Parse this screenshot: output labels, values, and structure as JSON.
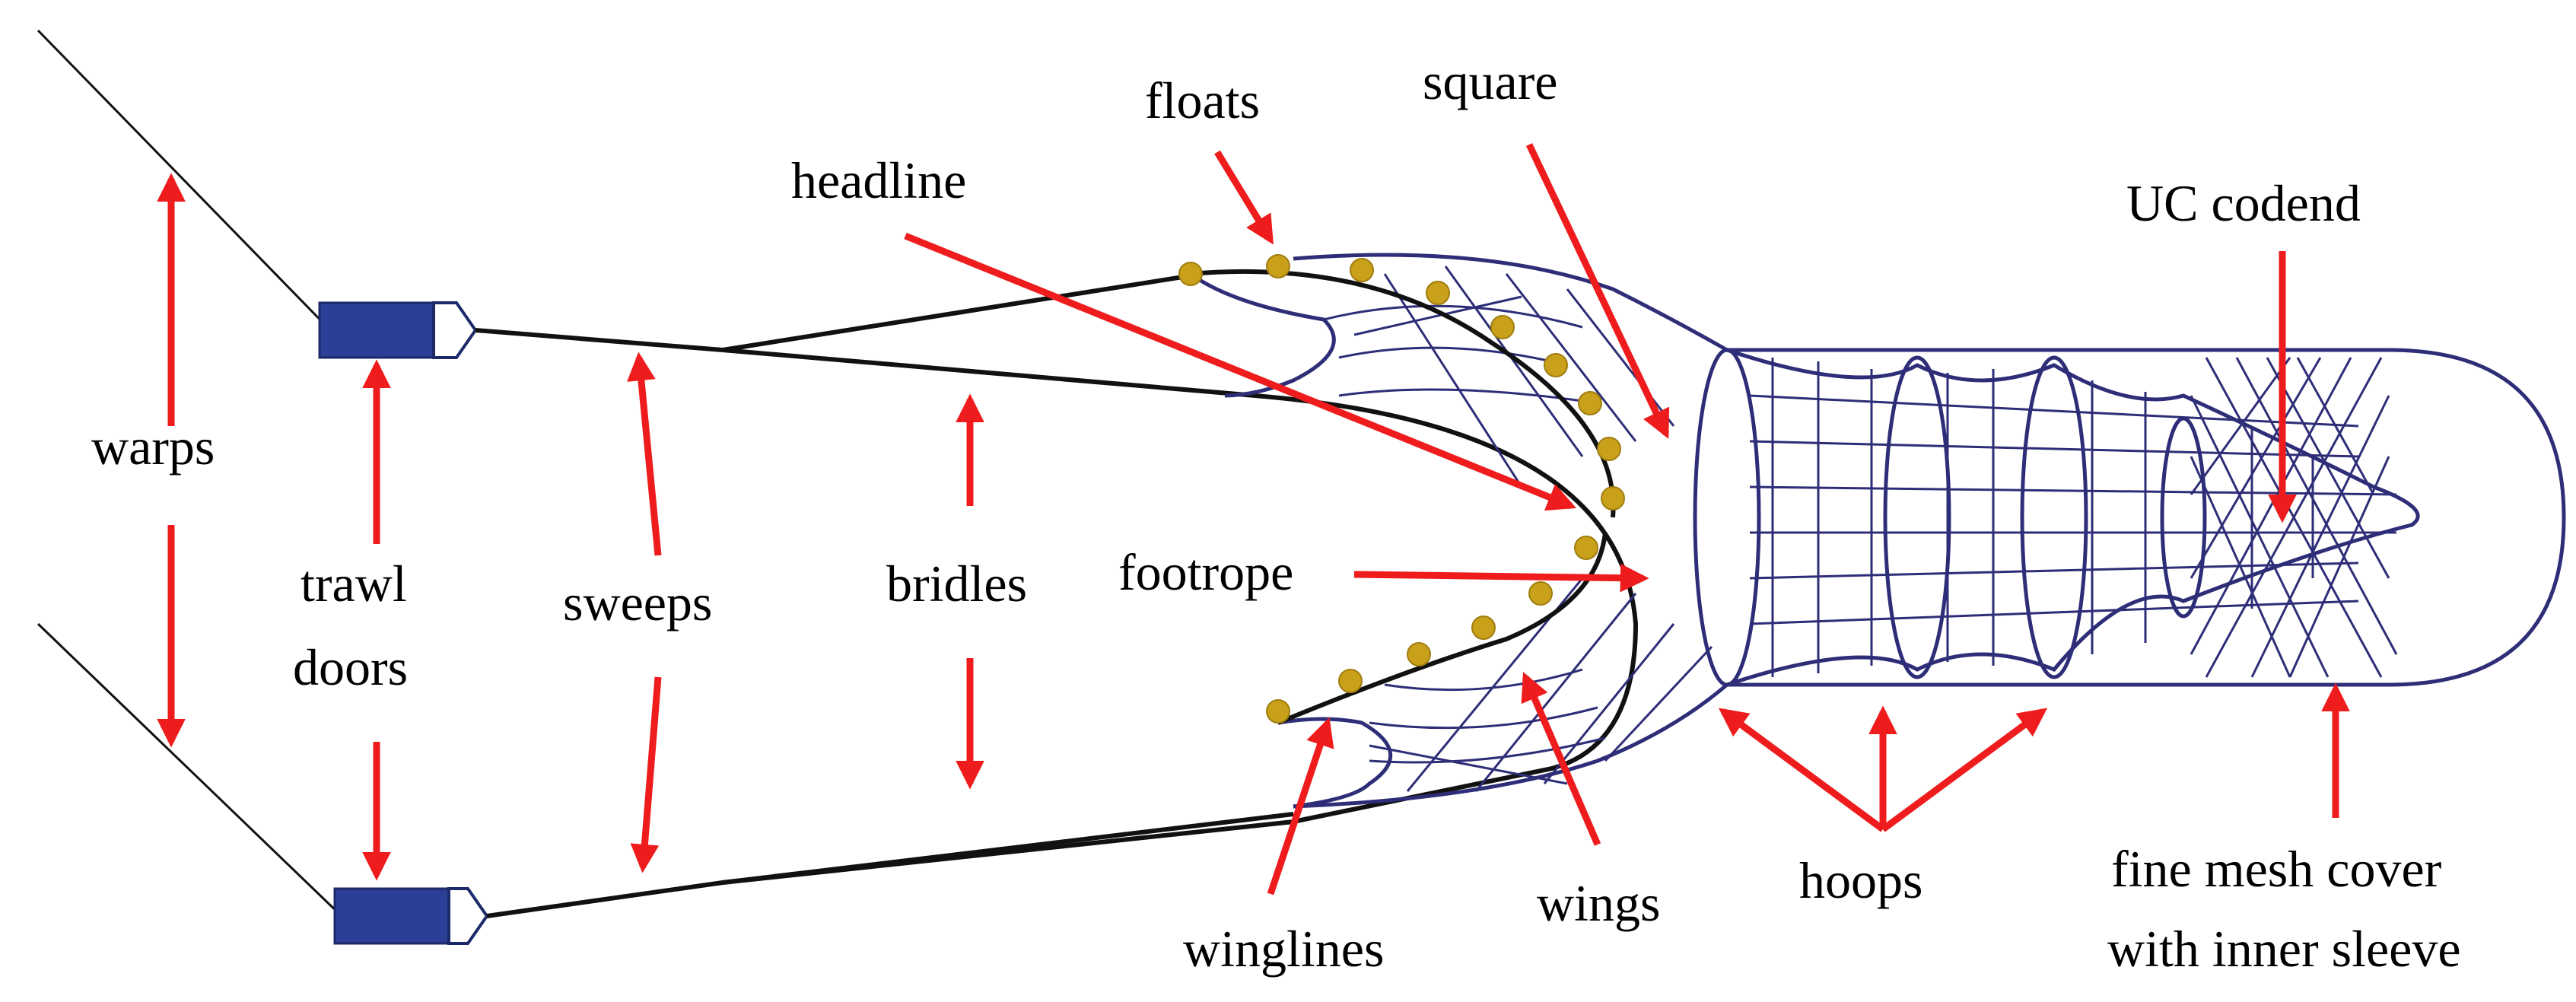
{
  "labels": {
    "warps": "warps",
    "trawl": "trawl",
    "doors": "doors",
    "sweeps": "sweeps",
    "bridles": "bridles",
    "floats": "floats",
    "headline": "headline",
    "square": "square",
    "footrope": "footrope",
    "winglines": "winglines",
    "wings": "wings",
    "hoops": "hoops",
    "uc_codend": "UC codend",
    "fine_mesh_line1": "fine mesh cover",
    "fine_mesh_line2": "with inner sleeve"
  },
  "colors": {
    "arrow": "#ee1c1c",
    "net": "#2e2e78",
    "door": "#2b3f97",
    "float": "#c9a01a",
    "rope": "#111111"
  }
}
